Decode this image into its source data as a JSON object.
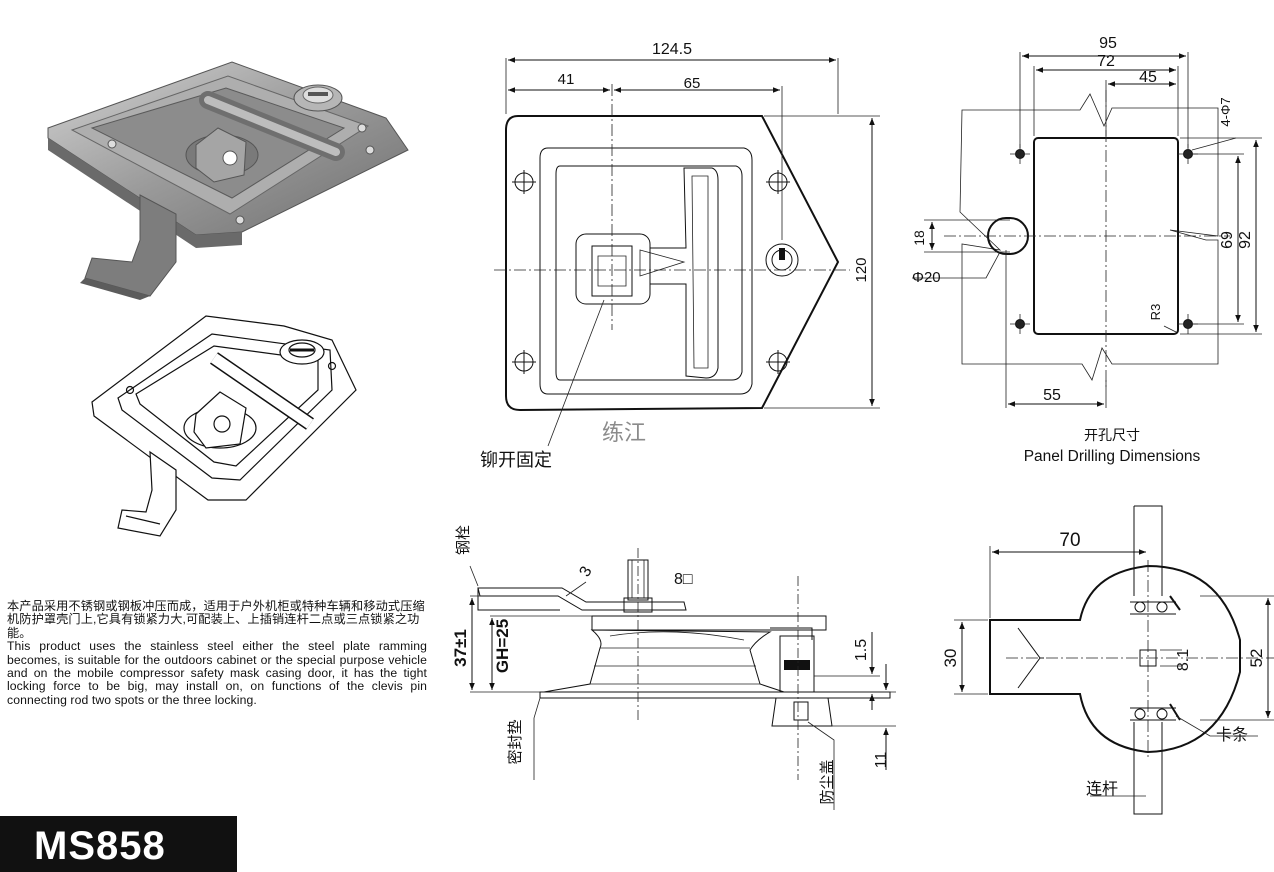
{
  "text": {
    "desc_cn": "本产品采用不锈钢或钢板冲压而成，适用于户外机柜或特种车辆和移动式压缩机防护罩壳门上,它具有锁紧力大,可配装上、上插销连杆二点或三点锁紧之功能。",
    "desc_en": "This product uses the stainless steel either the steel plate ramming becomes, is suitable for the outdoors cabinet or the special purpose vehicle and on the mobile compressor safety mask casing door, it has the tight locking force to be big, may install on, on functions of the clevis pin connecting rod two spots or the three locking.",
    "model": "MS858"
  },
  "front_view": {
    "dim_total_width": "124.5",
    "dim_left": "41",
    "dim_mid": "65",
    "dim_height": "120",
    "label_rivet": "铆开固定",
    "watermark": "练江"
  },
  "panel_cutout": {
    "dim_95": "95",
    "dim_72": "72",
    "dim_45": "45",
    "dim_holes": "4-Φ7",
    "dim_18": "18",
    "dim_hole_dia": "Φ20",
    "dim_69": "69",
    "dim_92": "92",
    "dim_r3": "R3",
    "dim_55": "55",
    "title_cn": "开孔尺寸",
    "title_en": "Panel Drilling Dimensions"
  },
  "side_view": {
    "label_bolt": "钢栓",
    "dim_3": "3",
    "dim_square": "8□",
    "dim_37": "37±1",
    "dim_gh": "GH=25",
    "dim_15": "1.5",
    "dim_11": "11",
    "label_seal": "密封垫",
    "label_dustcap": "防尘盖"
  },
  "rear_view": {
    "dim_70": "70",
    "dim_30": "30",
    "dim_81": "8.1",
    "dim_52": "52",
    "label_clip": "卡条",
    "label_rod": "连杆"
  }
}
